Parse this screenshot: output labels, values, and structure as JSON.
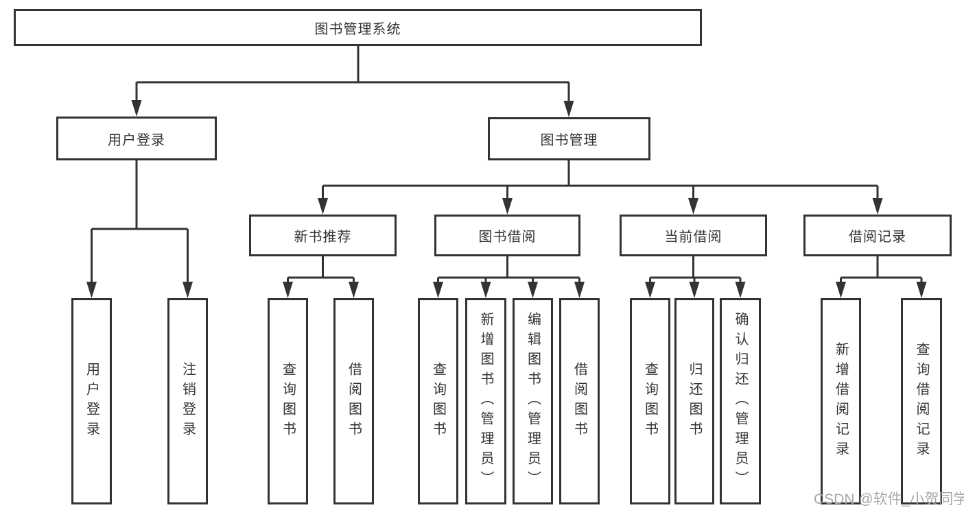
{
  "tree": {
    "root": {
      "label": "图书管理系统"
    },
    "user_login": {
      "label": "用户登录",
      "children": {
        "login": {
          "label": "用户登录"
        },
        "logout": {
          "label": "注销登录"
        }
      }
    },
    "book_mgmt": {
      "label": "图书管理",
      "children": {
        "new_book_rec": {
          "label": "新书推荐",
          "children": {
            "query": {
              "label": "查询图书"
            },
            "borrow": {
              "label": "借阅图书"
            }
          }
        },
        "book_borrow": {
          "label": "图书借阅",
          "children": {
            "query": {
              "label": "查询图书"
            },
            "add": {
              "label": "新增图书（管理员）"
            },
            "edit": {
              "label": "编辑图书（管理员）"
            },
            "borrow": {
              "label": "借阅图书"
            }
          }
        },
        "current_borrow": {
          "label": "当前借阅",
          "children": {
            "query": {
              "label": "查询图书"
            },
            "return": {
              "label": "归还图书"
            },
            "confirm": {
              "label": "确认归还（管理员）"
            }
          }
        },
        "borrow_records": {
          "label": "借阅记录",
          "children": {
            "add": {
              "label": "新增借阅记录"
            },
            "query": {
              "label": "查询借阅记录"
            }
          }
        }
      }
    }
  },
  "watermark": {
    "text": "CSDN @软件_小贺同学"
  },
  "colors": {
    "line": "#333333",
    "box_border": "#333333",
    "text": "#333333",
    "background": "#ffffff",
    "watermark": "#a8a8a8"
  }
}
